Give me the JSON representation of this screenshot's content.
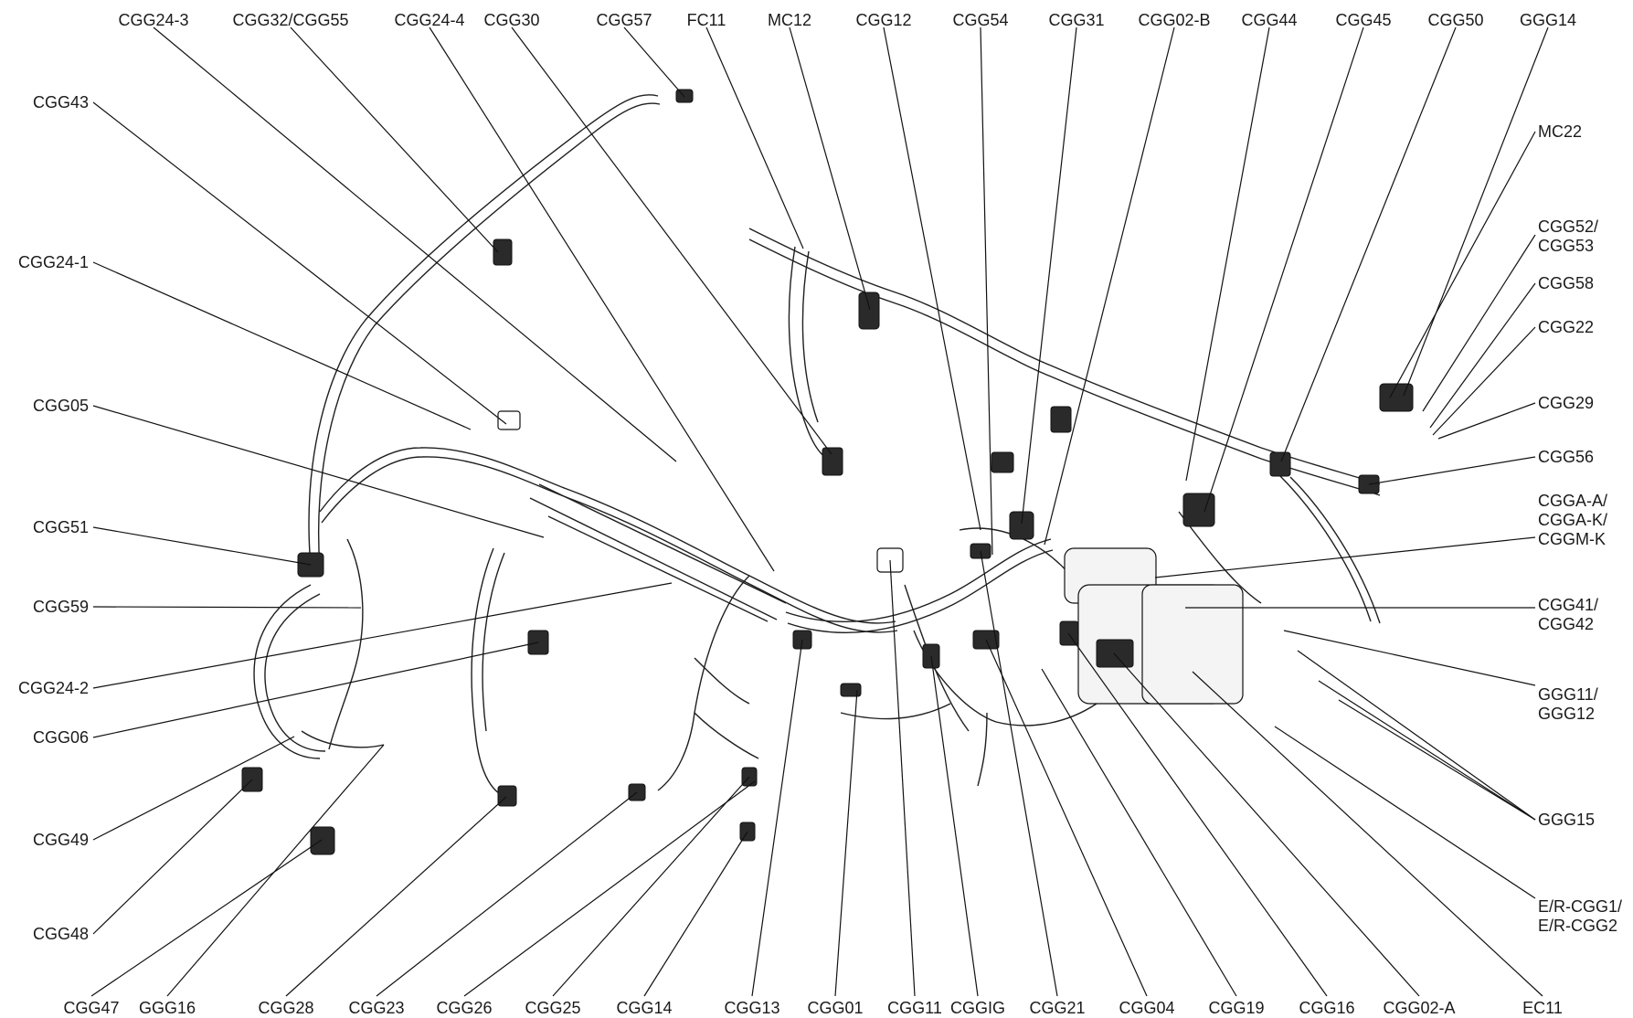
{
  "callouts": {
    "top": [
      "CGG24-3",
      "CGG32/CGG55",
      "CGG24-4",
      "CGG30",
      "CGG57",
      "FC11",
      "MC12",
      "CGG12",
      "CGG54",
      "CGG31",
      "CGG02-B",
      "CGG44",
      "CGG45",
      "CGG50",
      "GGG14"
    ],
    "left": [
      "CGG43",
      "CGG24-1",
      "CGG05",
      "CGG51",
      "CGG59",
      "CGG24-2",
      "CGG06",
      "CGG49",
      "CGG48"
    ],
    "right": [
      [
        "MC22"
      ],
      [
        "CGG52/",
        "CGG53"
      ],
      [
        "CGG58"
      ],
      [
        "CGG22"
      ],
      [
        "CGG29"
      ],
      [
        "CGG56"
      ],
      [
        "CGGA-A/",
        "CGGA-K/",
        "CGGM-K"
      ],
      [
        "CGG41/",
        "CGG42"
      ],
      [
        "GGG11/",
        "GGG12"
      ],
      [
        "GGG15"
      ],
      [
        "E/R-CGG1/",
        "E/R-CGG2"
      ]
    ],
    "bottom": [
      "CGG47",
      "GGG16",
      "CGG28",
      "CGG23",
      "CGG26",
      "CGG25",
      "CGG14",
      "CGG13",
      "CGG01",
      "CGG11",
      "CGGIG",
      "CGG21",
      "CGG04",
      "CGG19",
      "CGG16",
      "CGG02-A",
      "EC11"
    ]
  }
}
